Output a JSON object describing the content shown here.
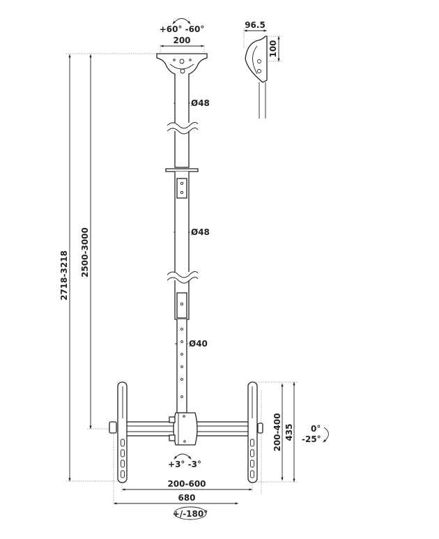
{
  "labels": {
    "tilt_top": "+60° -60°",
    "plate_width": "200",
    "side_depth": "96.5",
    "side_height": "100",
    "tube_upper": "Ø48",
    "tube_middle": "Ø48",
    "tube_lower": "Ø40",
    "total_height": "2718-3218",
    "pole_height": "2500-3000",
    "vesa_vertical": "200-400",
    "bracket_height": "435",
    "tilt_right_a": "0°",
    "tilt_right_b": "-25°",
    "level_adjust": "+3° -3°",
    "vesa_horizontal": "200-600",
    "arm_width": "680",
    "swivel": "+/-180°"
  }
}
